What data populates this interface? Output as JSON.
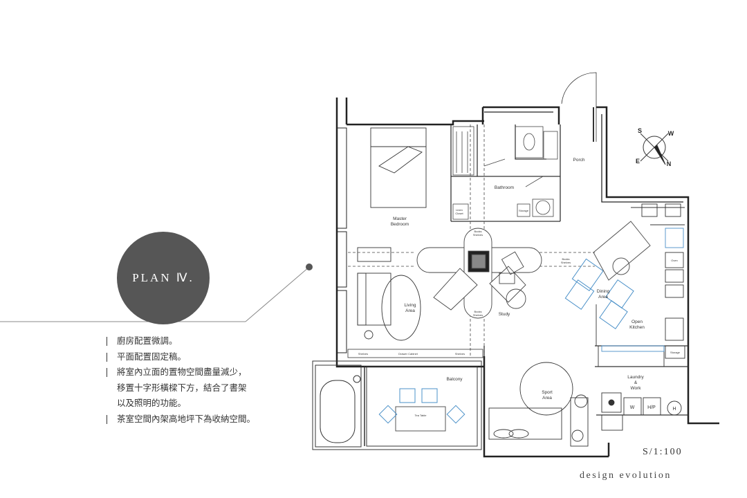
{
  "plan_badge": {
    "title": "PLAN Ⅳ."
  },
  "notes": [
    "廚房配置微調。",
    "平面配置固定稿。",
    "將室內立面的置物空間盡量減少，",
    "移置十字形橫樑下方，結合了書架",
    "以及照明的功能。",
    "茶室空間內架高地坪下為收納空間。"
  ],
  "scale_label": "S/1:100",
  "footer_label": "design evolution",
  "compass": {
    "labels": [
      "S",
      "W",
      "E",
      "N"
    ]
  },
  "rooms": {
    "master_bedroom": [
      "Master",
      "Bedroom"
    ],
    "bathroom": "Bathroom",
    "porch": "Porch",
    "living_area": [
      "Living",
      "Area"
    ],
    "study": "Study",
    "dining_area": [
      "Dining",
      "Area"
    ],
    "open_kitchen": [
      "Open",
      "Kitchen"
    ],
    "balcony": "Balcony",
    "laundry_work": [
      "Laundry",
      "&",
      "Work"
    ],
    "sport_area": [
      "Sport",
      "Area"
    ]
  },
  "small_labels": {
    "shelves_left": "Shelves",
    "drawer_cabinet": "Drawer Cabinet",
    "shelves_right": "Shelves",
    "tea_table": "Tea Table",
    "books_shelves_top": [
      "Books",
      "Shelves"
    ],
    "books_shelves_bottom": [
      "Books",
      "Shelves"
    ],
    "books_shelves_right": [
      "Books",
      "Shelves"
    ],
    "linen_closet": [
      "Linen",
      "Closet"
    ],
    "storage_bath": "Storage",
    "storage_kitchen": "Storage",
    "oven": "Oven",
    "washer": "W",
    "hp": "H/P",
    "heater": "H"
  }
}
